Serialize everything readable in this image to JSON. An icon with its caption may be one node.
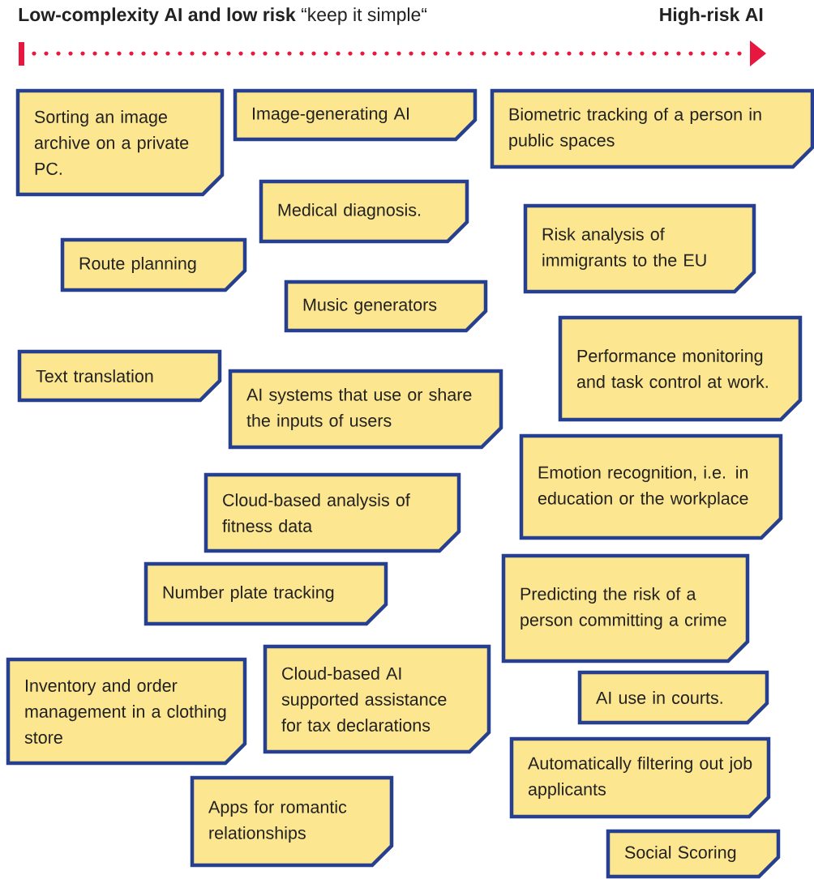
{
  "diagram": {
    "nodes": [
      {
        "text": [
          "Sorting an image archive on a private PC."
        ]
      },
      {
        "text": [
          "Image-generating AI"
        ]
      },
      {
        "text": [
          "Biometric tracking of a person in public spaces"
        ]
      },
      {
        "text": [
          "Medical diagnosis."
        ]
      },
      {
        "text": [
          "Route planning"
        ]
      },
      {
        "text": [
          "Risk analysis of immigrants to the EU"
        ]
      },
      {
        "text": [
          "Music generators"
        ]
      },
      {
        "text": [
          "Text translation"
        ]
      },
      {
        "text": [
          "Performance monitoring and task control at work."
        ]
      },
      {
        "text": [
          "AI systems that use or share the inputs of users"
        ]
      },
      {
        "text": [
          "Emotion recognition, i.e. in education or the workplace"
        ]
      },
      {
        "text": [
          "Cloud-based analysis of fitness data"
        ]
      },
      {
        "text": [
          "Number plate tracking"
        ]
      },
      {
        "text": [
          "Predicting the risk of a person committing a crime"
        ]
      },
      {
        "text": [
          "Inventory and order management in a clothing store"
        ]
      },
      {
        "text": [
          "Cloud-based AI supported assistance for tax declarations"
        ]
      },
      {
        "text": [
          "AI use in courts."
        ]
      },
      {
        "text": [
          "Automatically filtering out job applicants"
        ]
      },
      {
        "text": [
          "Apps for romantic relationships"
        ]
      },
      {
        "text": [
          "Social Scoring"
        ]
      }
    ],
    "edges": [],
    "labels": [
      "**Low-complexity AI  and low risk** “keep it simple“",
      "High-risk AI"
    ]
  }
}
